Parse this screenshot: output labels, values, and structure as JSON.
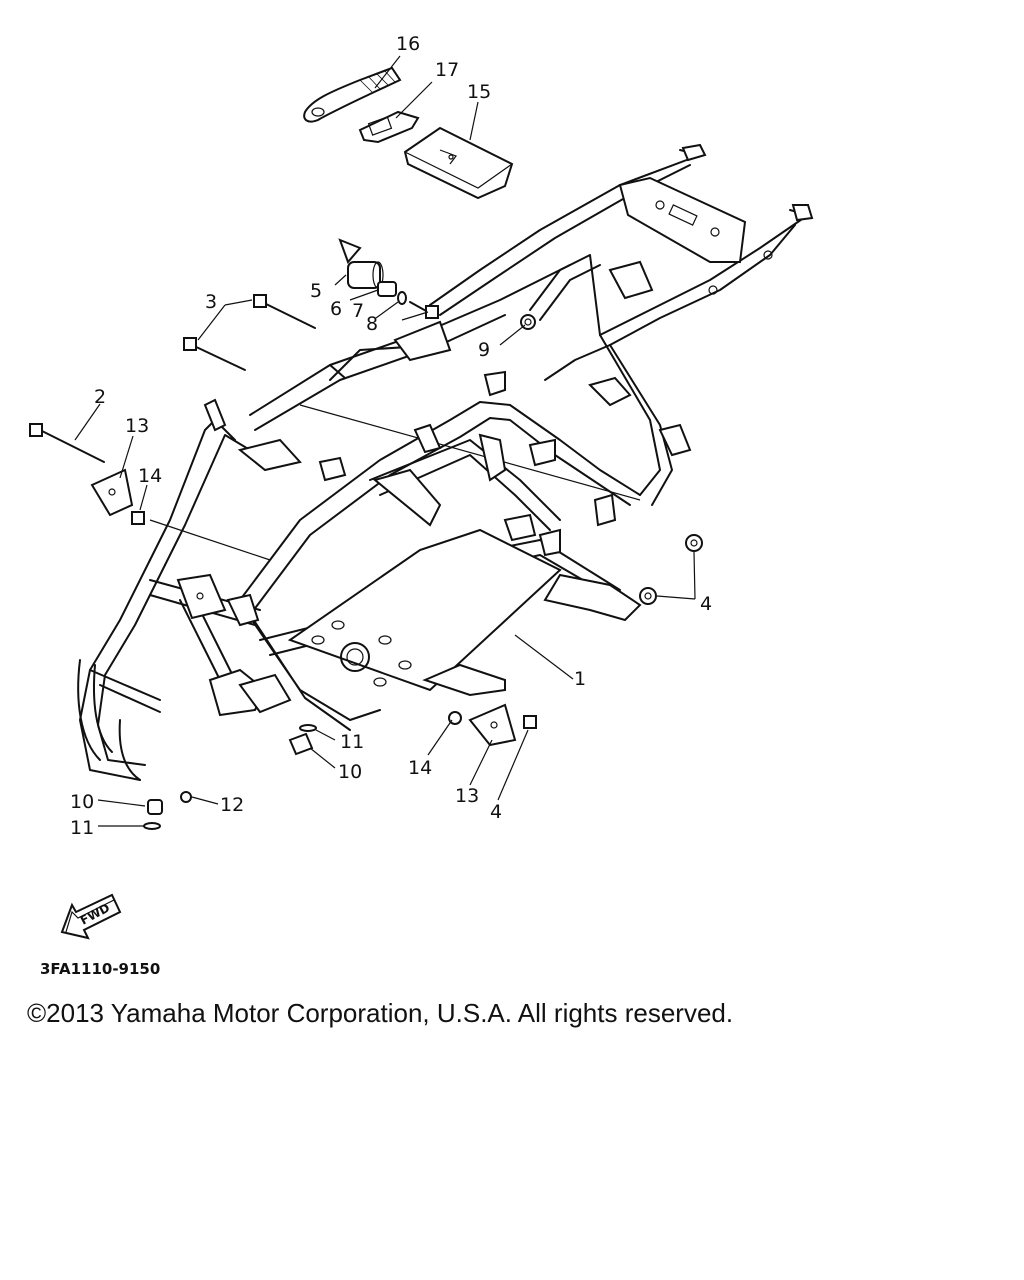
{
  "diagram": {
    "callouts": [
      {
        "id": "c1",
        "text": "1"
      },
      {
        "id": "c2",
        "text": "2"
      },
      {
        "id": "c3",
        "text": "3"
      },
      {
        "id": "c4a",
        "text": "4"
      },
      {
        "id": "c4b",
        "text": "4"
      },
      {
        "id": "c5",
        "text": "5"
      },
      {
        "id": "c6",
        "text": "6"
      },
      {
        "id": "c7",
        "text": "7"
      },
      {
        "id": "c8",
        "text": "8"
      },
      {
        "id": "c9",
        "text": "9"
      },
      {
        "id": "c10a",
        "text": "10"
      },
      {
        "id": "c10b",
        "text": "10"
      },
      {
        "id": "c11a",
        "text": "11"
      },
      {
        "id": "c11b",
        "text": "11"
      },
      {
        "id": "c12",
        "text": "12"
      },
      {
        "id": "c13a",
        "text": "13"
      },
      {
        "id": "c13b",
        "text": "13"
      },
      {
        "id": "c14a",
        "text": "14"
      },
      {
        "id": "c14b",
        "text": "14"
      },
      {
        "id": "c15",
        "text": "15"
      },
      {
        "id": "c16",
        "text": "16"
      },
      {
        "id": "c17",
        "text": "17"
      }
    ],
    "fwd_label": "FWD",
    "part_code": "3FA1110-9150"
  },
  "copyright": "©2013 Yamaha Motor Corporation, U.S.A. All rights reserved."
}
